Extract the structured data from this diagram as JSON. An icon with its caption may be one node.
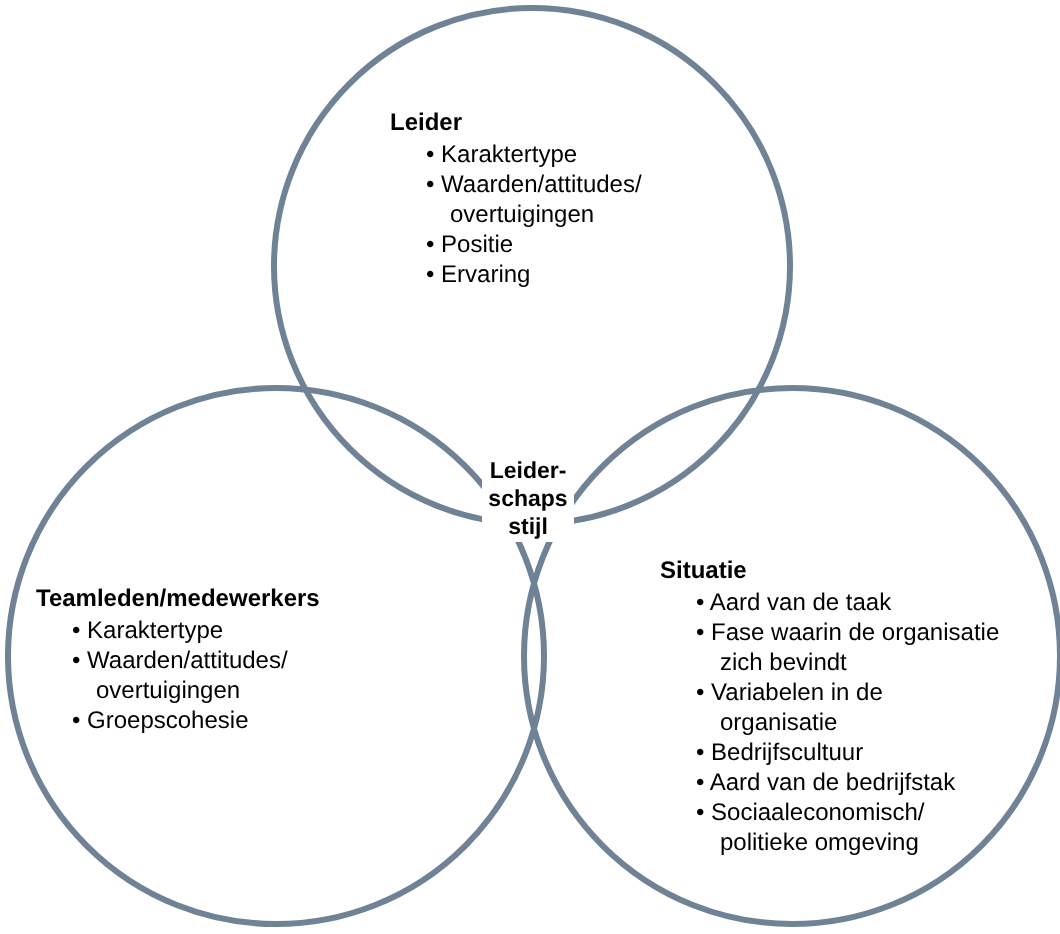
{
  "diagram": {
    "nodes": [
      {
        "text": [
          "Leider",
          "• Karaktertype",
          "• Waarden/attitudes/ overtuigingen",
          "• Positie",
          "• Ervaring"
        ]
      },
      {
        "text": [
          "Teamleden/medewerkers",
          "• Karaktertype",
          "• Waarden/attitudes/ overtuigingen",
          "• Groepscohesie"
        ]
      },
      {
        "text": [
          "Situatie",
          "• Aard van de taak",
          "• Fase waarin de organisatie zich bevindt",
          "• Variabelen in de organisatie",
          "• Bedrijfscultuur",
          "• Aard van de bedrijfstak",
          "• Sociaaleconomisch/ politieke omgeving"
        ]
      }
    ],
    "labels": [
      "Leider- schaps stijl"
    ]
  }
}
